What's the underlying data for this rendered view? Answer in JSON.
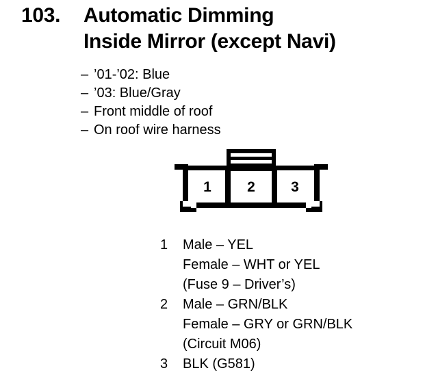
{
  "page": {
    "background_color": "#ffffff",
    "text_color": "#000000"
  },
  "title": {
    "number": "103.",
    "line1": "Automatic Dimming",
    "line2": "Inside Mirror (except Navi)"
  },
  "spec_list": {
    "dash": "–",
    "items": [
      "’01-’02: Blue",
      "’03: Blue/Gray",
      "Front middle of roof",
      "On roof wire harness"
    ]
  },
  "connector": {
    "type": "3-cavity-connector",
    "cavities": [
      {
        "number": "1"
      },
      {
        "number": "2"
      },
      {
        "number": "3"
      }
    ],
    "has_locking_tab": true,
    "tab_ridges": 2
  },
  "legend": {
    "groups": [
      {
        "pin": "1",
        "lines": [
          "Male – YEL",
          "Female – WHT or YEL",
          "(Fuse 9 – Driver’s)"
        ]
      },
      {
        "pin": "2",
        "lines": [
          "Male – GRN/BLK",
          "Female – GRY or GRN/BLK",
          "(Circuit M06)"
        ]
      },
      {
        "pin": "3",
        "lines": [
          "BLK (G581)"
        ]
      }
    ]
  }
}
